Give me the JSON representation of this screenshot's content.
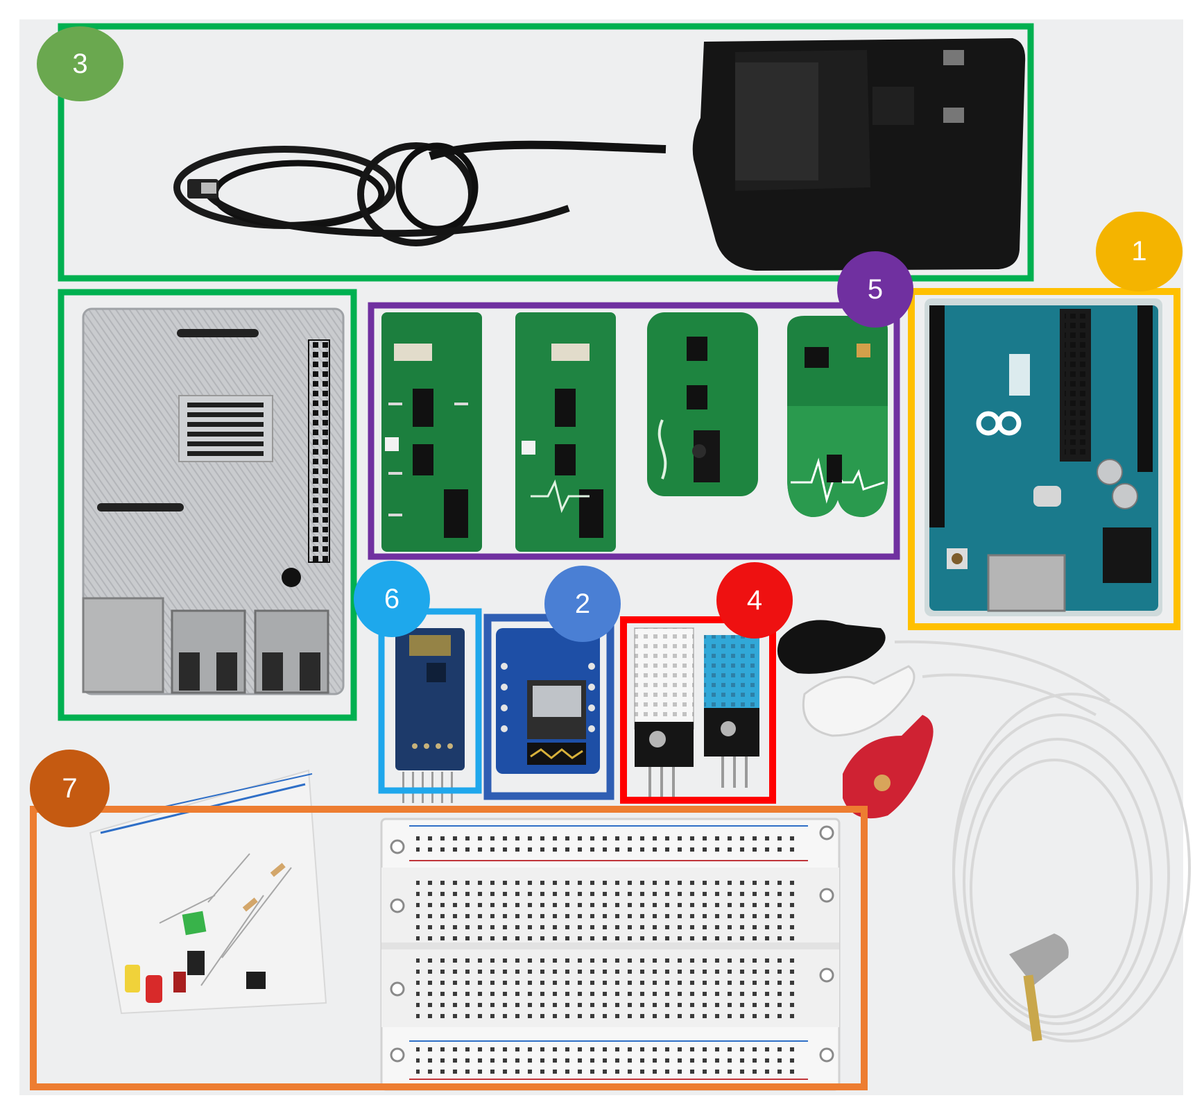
{
  "photo": {
    "labels": [
      {
        "id": "1",
        "text": "1",
        "color": "#f4b400"
      },
      {
        "id": "2",
        "text": "2",
        "color": "#4a7fd4"
      },
      {
        "id": "3",
        "text": "3",
        "color": "#6aa84f"
      },
      {
        "id": "4",
        "text": "4",
        "color": "#ee1111"
      },
      {
        "id": "5",
        "text": "5",
        "color": "#7030a0"
      },
      {
        "id": "6",
        "text": "6",
        "color": "#1ea8ec"
      },
      {
        "id": "7",
        "text": "7",
        "color": "#c55a11"
      }
    ],
    "frame_colors": {
      "box1": "#ffc000",
      "box2": "#2f5eb3",
      "box3": "#00b050",
      "box4": "#ff0000",
      "box5": "#7030a0",
      "box6": "#1fa7ec",
      "box7": "#ed7d31"
    },
    "objects": [
      "power-adapter",
      "raspberry-pi-case",
      "click-sensor-boards",
      "arduino-uno",
      "bluetooth-module",
      "esp8266-module",
      "dht-sensors",
      "ecg-lead-cable",
      "component-bag",
      "breadboard"
    ]
  }
}
